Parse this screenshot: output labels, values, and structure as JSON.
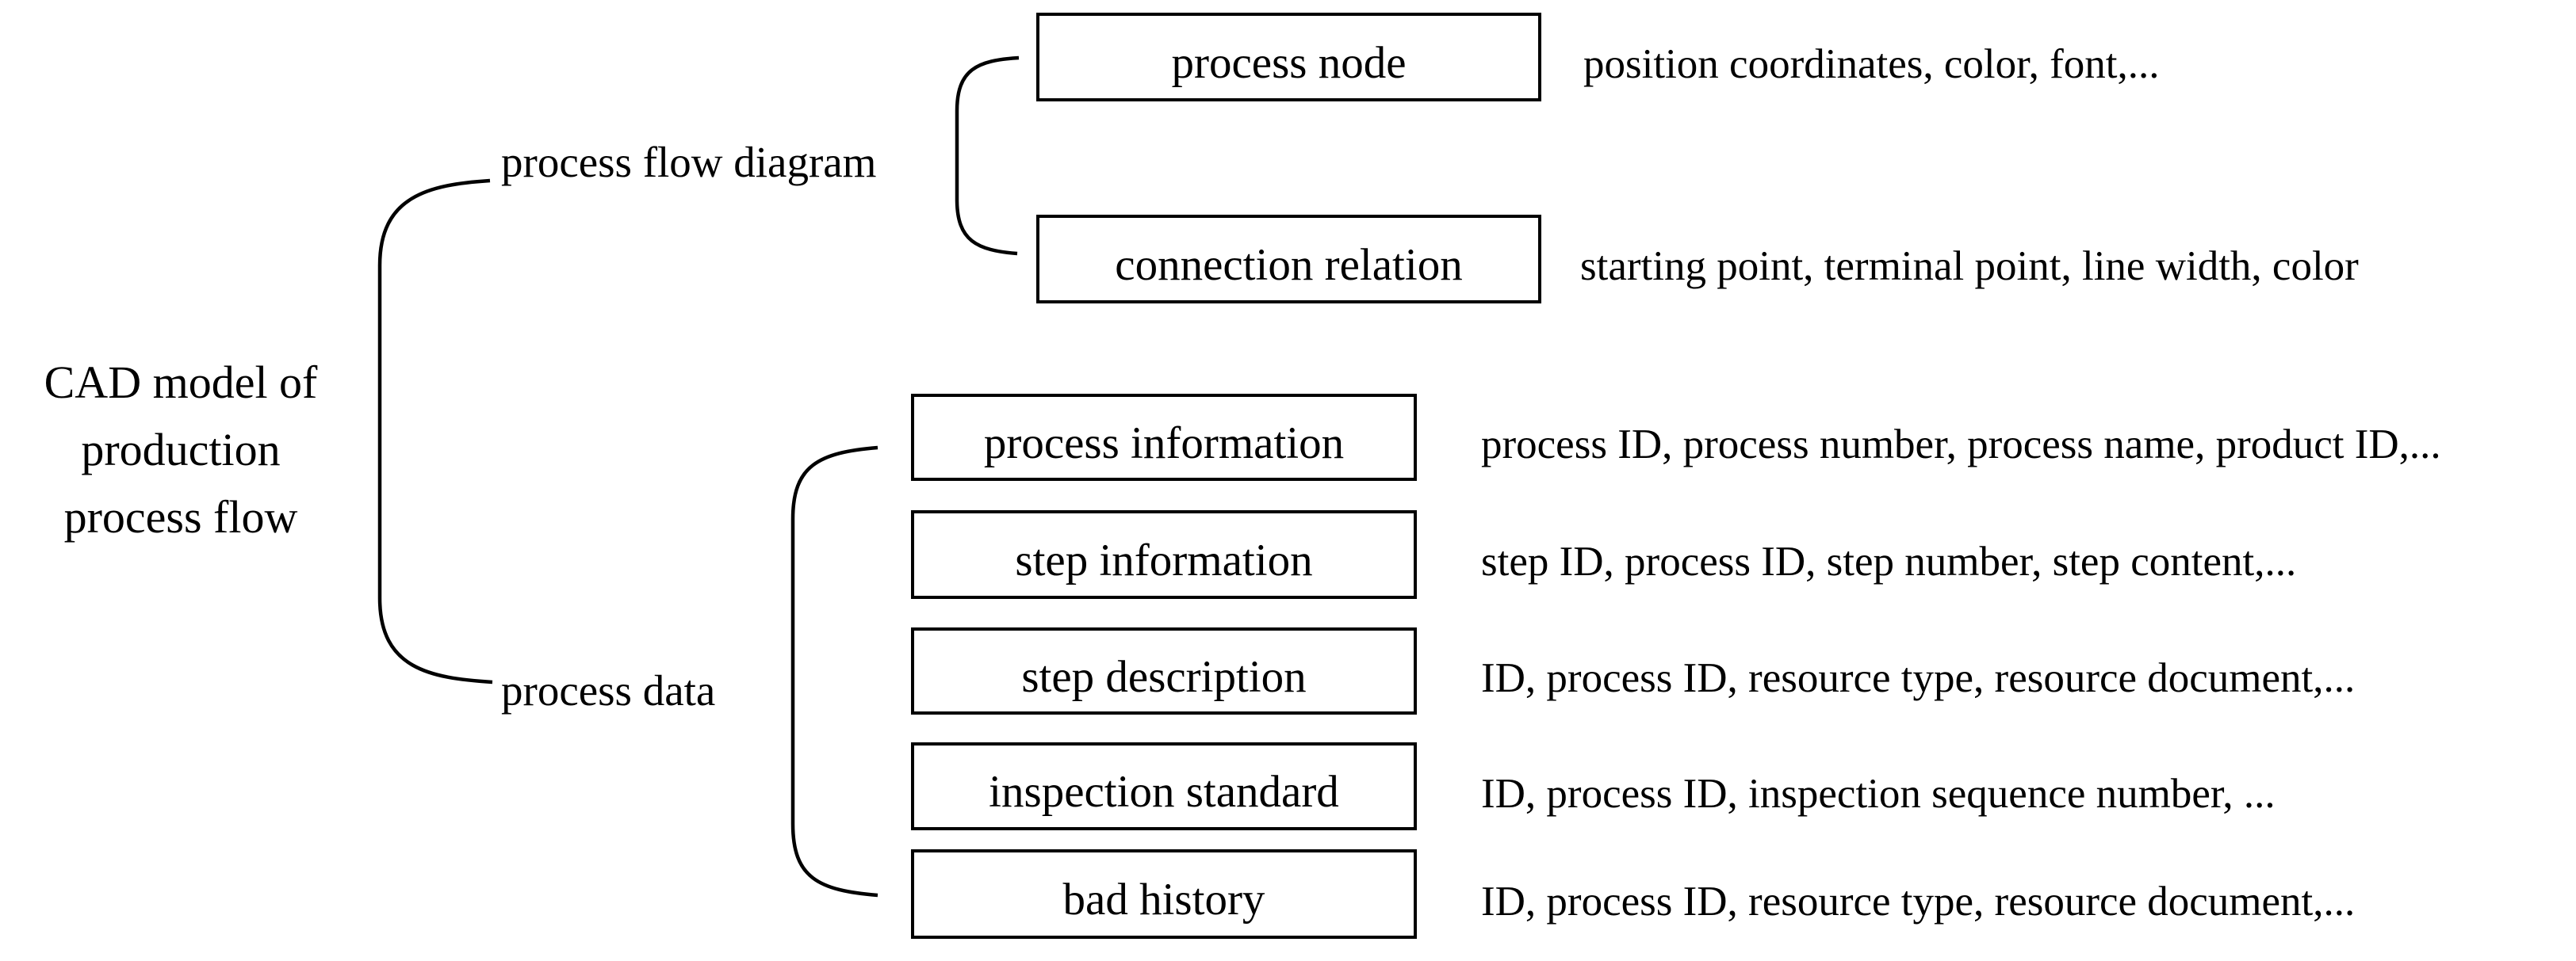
{
  "root": {
    "lines": [
      "CAD model of",
      "production",
      "process flow"
    ]
  },
  "groups": [
    {
      "label": "process flow diagram",
      "items": [
        {
          "box": "process node",
          "attributes": "position coordinates, color, font,..."
        },
        {
          "box": "connection relation",
          "attributes": "starting point, terminal point, line width, color"
        }
      ]
    },
    {
      "label": "process data",
      "items": [
        {
          "box": "process information",
          "attributes": "process ID, process number, process name, product ID,..."
        },
        {
          "box": "step information",
          "attributes": "step ID, process ID, step number, step content,..."
        },
        {
          "box": "step description",
          "attributes": "ID, process ID, resource type, resource document,..."
        },
        {
          "box": "inspection standard",
          "attributes": "ID, process ID, inspection sequence number, ..."
        },
        {
          "box": "bad history",
          "attributes": "ID, process ID, resource type, resource document,..."
        }
      ]
    }
  ],
  "colors": {
    "ink": "#000000",
    "background": "#ffffff"
  }
}
